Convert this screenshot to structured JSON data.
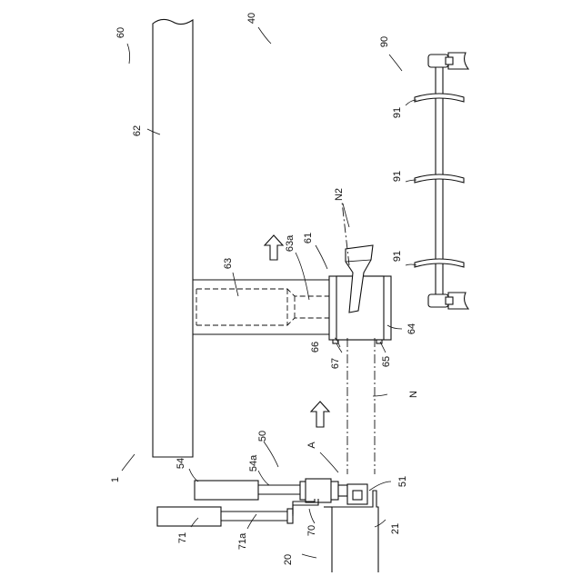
{
  "labels": {
    "l1": "1",
    "l20": "20",
    "l21": "21",
    "l40": "40",
    "l50": "50",
    "l51": "51",
    "l54": "54",
    "l54a": "54a",
    "l60": "60",
    "l61": "61",
    "l62": "62",
    "l63": "63",
    "l63a": "63a",
    "l64": "64",
    "l65": "65",
    "l66": "66",
    "l67": "67",
    "l70": "70",
    "l71": "71",
    "l71a": "71a",
    "l90": "90",
    "l91a": "91",
    "l91b": "91",
    "l91c": "91",
    "lA": "A",
    "lN": "N",
    "lN2": "N2"
  }
}
